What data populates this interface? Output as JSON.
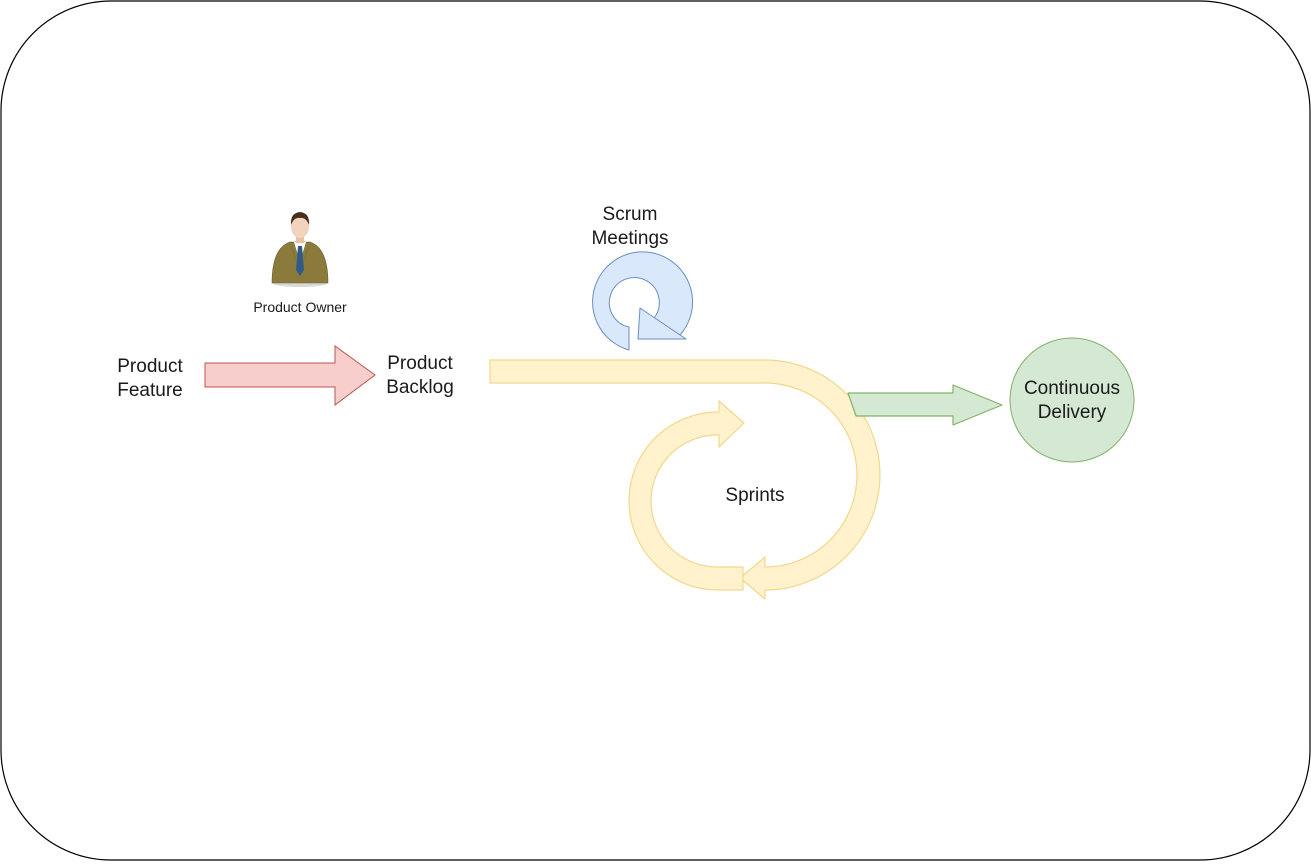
{
  "diagram": {
    "product_feature": "Product\nFeature",
    "product_backlog": "Product\nBacklog",
    "product_owner": "Product Owner",
    "scrum_meetings": "Scrum\nMeetings",
    "sprints": "Sprints",
    "continuous_delivery": "Continuous\nDelivery"
  },
  "colors": {
    "feature_arrow_fill": "#f8cecc",
    "feature_arrow_stroke": "#b85450",
    "flow_fill": "#fff2cc",
    "flow_stroke": "#f2d78c",
    "meeting_fill": "#dae8fc",
    "meeting_stroke": "#6c8ebf",
    "delivery_fill": "#d5e8d4",
    "delivery_stroke": "#82b366"
  },
  "icons": {
    "owner": "businessman-icon"
  }
}
